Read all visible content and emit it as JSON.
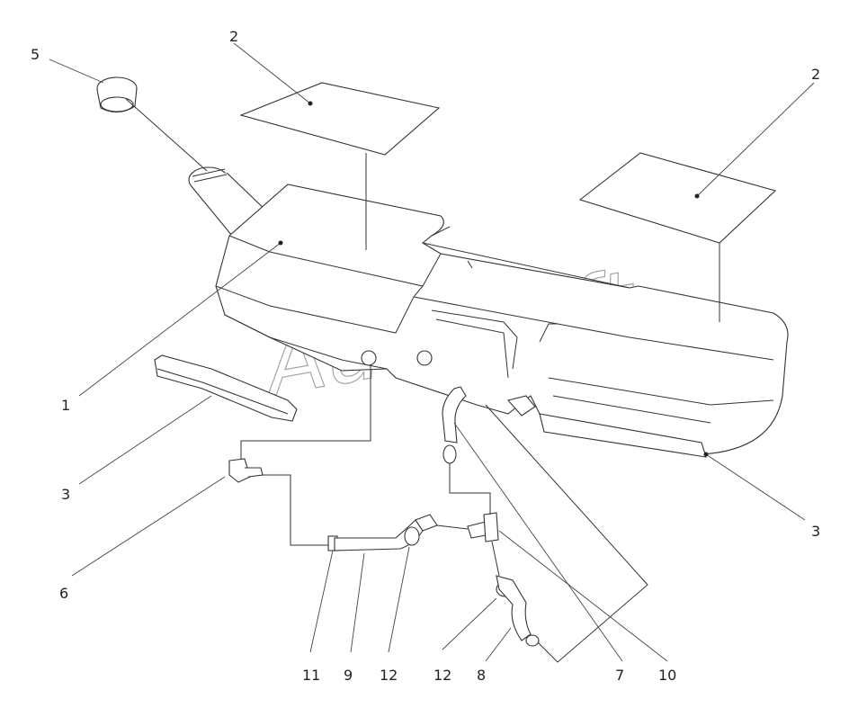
{
  "labels": {
    "l1": "1",
    "l2a": "2",
    "l2b": "2",
    "l3a": "3",
    "l3b": "3",
    "l5": "5",
    "l6": "6",
    "l7": "7",
    "l8": "8",
    "l9": "9",
    "l10": "10",
    "l11": "11",
    "l12a": "12",
    "l12b": "12"
  },
  "watermark": "AutoSoft"
}
